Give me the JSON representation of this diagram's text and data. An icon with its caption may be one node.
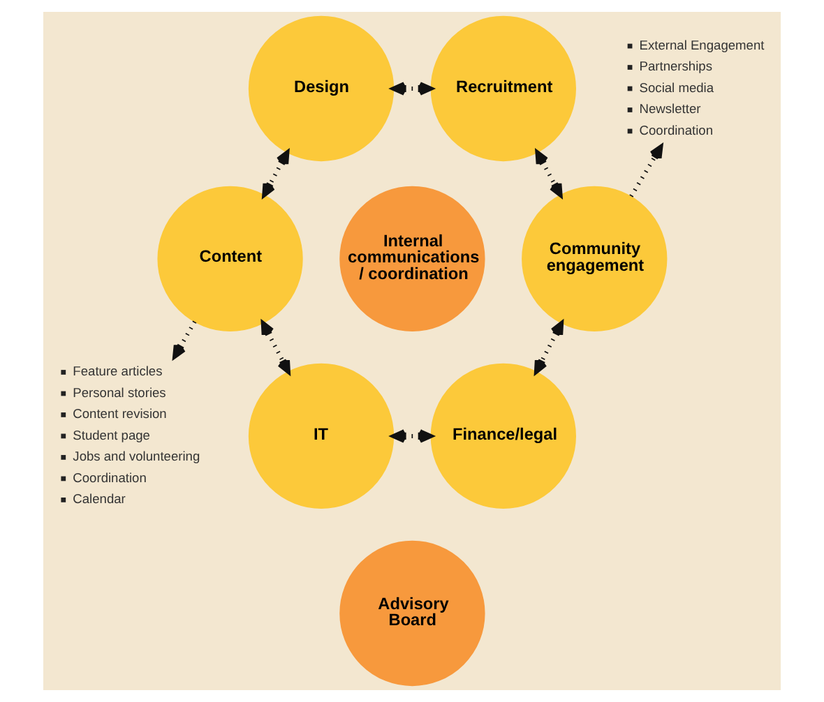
{
  "diagram": {
    "nodes": [
      {
        "text": [
          "Design"
        ]
      },
      {
        "text": [
          "Recruitment"
        ]
      },
      {
        "text": [
          "External Engagement",
          "Partnerships",
          "Social media",
          "Newsletter",
          "Coordination"
        ]
      },
      {
        "text": [
          "Content"
        ]
      },
      {
        "text": [
          "Internal communications / coordination"
        ]
      },
      {
        "text": [
          "Community engagement"
        ]
      },
      {
        "text": [
          "Feature articles",
          "Personal stories",
          "Content revision",
          "Student page",
          "Jobs and volunteering",
          "Coordination",
          "Calendar"
        ]
      },
      {
        "text": [
          "IT"
        ]
      },
      {
        "text": [
          "Finance/legal"
        ]
      },
      {
        "text": [
          "Advisory Board"
        ]
      }
    ],
    "edges": [
      {
        "from": 0,
        "to": 1,
        "arrow": "both"
      },
      {
        "from": 0,
        "to": 3,
        "arrow": "both"
      },
      {
        "from": 1,
        "to": 5,
        "arrow": "both"
      },
      {
        "from": 5,
        "to": 2,
        "arrow": "to"
      },
      {
        "from": 3,
        "to": 6,
        "arrow": "to"
      },
      {
        "from": 3,
        "to": 7,
        "arrow": "both"
      },
      {
        "from": 5,
        "to": 8,
        "arrow": "both"
      },
      {
        "from": 7,
        "to": 8,
        "arrow": "both"
      }
    ]
  }
}
